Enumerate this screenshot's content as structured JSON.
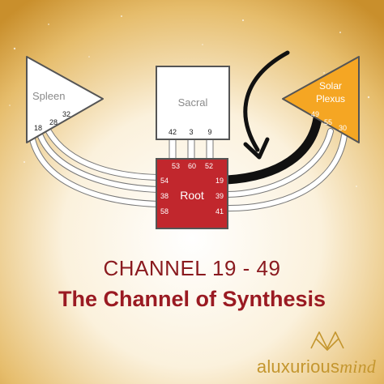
{
  "diagram": {
    "centers": {
      "spleen": {
        "label": "Spleen",
        "gates": [
          "32",
          "28",
          "18"
        ]
      },
      "sacral": {
        "label": "Sacral",
        "gates": [
          "42",
          "3",
          "9"
        ]
      },
      "solar_plexus": {
        "label_line1": "Solar",
        "label_line2": "Plexus",
        "gates": [
          "49",
          "55",
          "30"
        ]
      },
      "root": {
        "label": "Root",
        "gates_left": [
          "54",
          "38",
          "58"
        ],
        "gates_top": [
          "53",
          "60",
          "52"
        ],
        "gates_right": [
          "19",
          "39",
          "41"
        ]
      }
    },
    "colors": {
      "root_fill": "#c1272d",
      "solar_plexus_fill": "#f5a623",
      "channel_active": "#111111",
      "background_gold": "#d9a441"
    }
  },
  "headline": {
    "channel_number": "CHANNEL 19 - 49",
    "channel_name": "The Channel of Synthesis"
  },
  "brand": {
    "text_main": "aluxurious",
    "text_accent": "mind"
  }
}
